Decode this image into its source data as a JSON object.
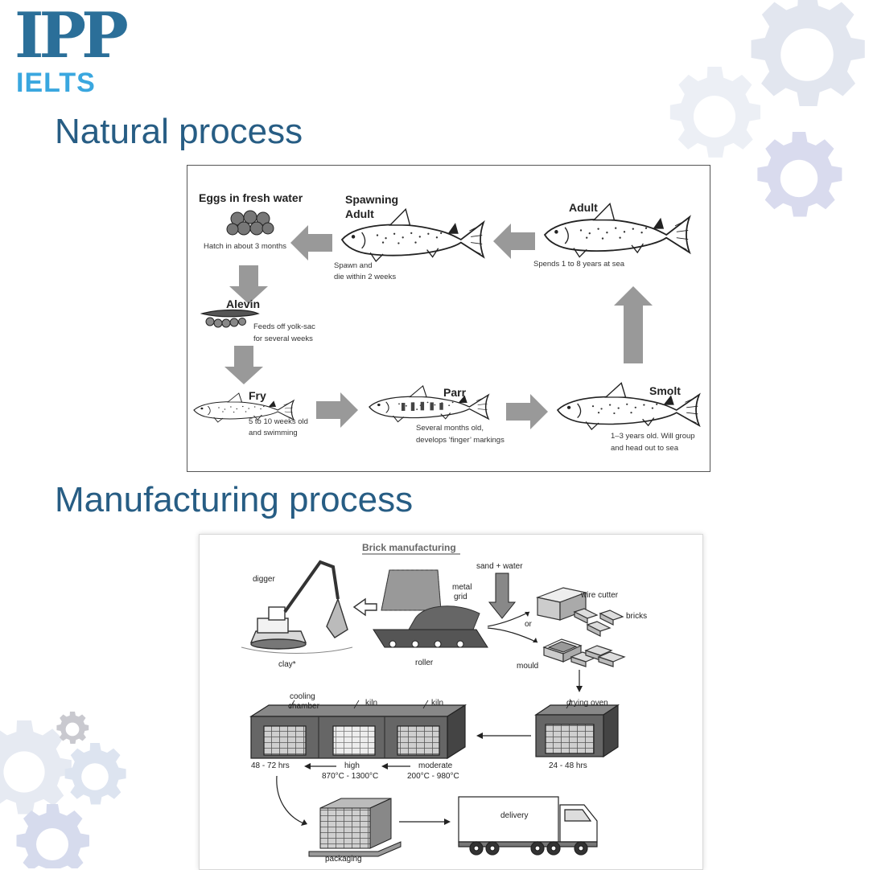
{
  "logo": {
    "mark": "IPP",
    "sub": "IELTS"
  },
  "sections": {
    "natural_title": "Natural process",
    "manufacturing_title": "Manufacturing process"
  },
  "salmon": {
    "eggs_title": "Eggs in fresh water",
    "eggs_desc": "Hatch in about 3 months",
    "spawning_title_1": "Spawning",
    "spawning_title_2": "Adult",
    "spawning_desc_1": "Spawn and",
    "spawning_desc_2": "die within 2 weeks",
    "adult_title": "Adult",
    "adult_desc": "Spends 1 to 8 years at sea",
    "alevin_title": "Alevin",
    "alevin_desc_1": "Feeds off yolk-sac",
    "alevin_desc_2": "for several weeks",
    "fry_title": "Fry",
    "fry_desc_1": "5 to 10 weeks old",
    "fry_desc_2": "and swimming",
    "parr_title": "Parr",
    "parr_desc_1": "Several months old,",
    "parr_desc_2": "develops ‘finger’ markings",
    "smolt_title": "Smolt",
    "smolt_desc_1": "1–3 years old. Will group",
    "smolt_desc_2": "and head out to sea"
  },
  "bricks": {
    "title": "Brick manufacturing",
    "digger": "digger",
    "clay": "clay*",
    "metal_grid_1": "metal",
    "metal_grid_2": "grid",
    "roller": "roller",
    "sand_water": "sand + water",
    "or": "or",
    "wire_cutter": "wire cutter",
    "bricks": "bricks",
    "mould": "mould",
    "drying_oven": "drying oven",
    "drying_time": "24 - 48 hrs",
    "kiln_1": "kiln",
    "kiln_2": "kiln",
    "cooling_1": "cooling",
    "cooling_2": "chamber",
    "cooling_time": "48 - 72 hrs",
    "high": "high",
    "high_temp": "870°C - 1300°C",
    "moderate": "moderate",
    "moderate_temp": "200°C - 980°C",
    "packaging": "packaging",
    "delivery": "delivery"
  },
  "colors": {
    "title_blue": "#275d84",
    "logo_dark": "#2b6f99",
    "logo_light": "#3aa7df",
    "gear": "#dfe5f0",
    "arrow_grey": "#9a9a9a"
  }
}
